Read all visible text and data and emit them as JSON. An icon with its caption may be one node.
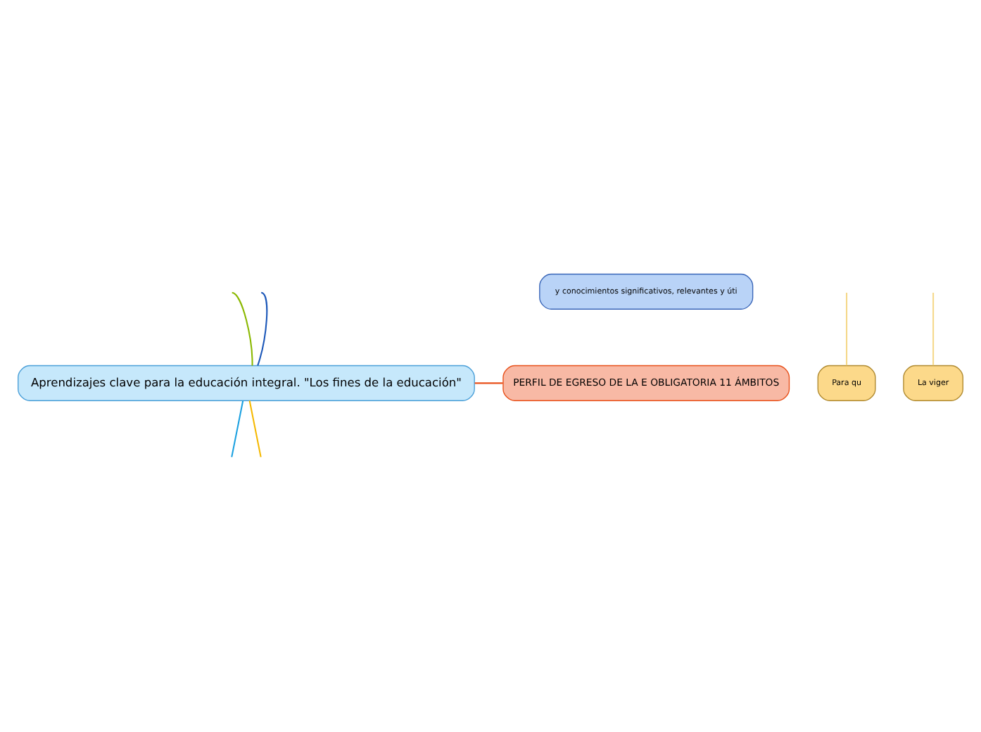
{
  "diagram": {
    "nodes": [
      {
        "text": [
          "Aprendizajes clave para la educación integral. \"Los fines de la educación\""
        ]
      },
      {
        "text": [
          "y conocimientos significativos, relevantes y úti"
        ]
      },
      {
        "text": [
          "PERFIL DE EGRESO DE LA E OBLIGATORIA 11 ÁMBITOS"
        ]
      },
      {
        "text": [
          "Para qu"
        ]
      },
      {
        "text": [
          "La viger"
        ]
      }
    ],
    "edges": [
      {
        "from": 0,
        "to": null,
        "arrow": "none",
        "color": "#8ab800"
      },
      {
        "from": 0,
        "to": null,
        "arrow": "none",
        "color": "#1a56b8"
      },
      {
        "from": 0,
        "to": 2,
        "arrow": "none",
        "color": "#e8501a"
      },
      {
        "from": 0,
        "to": null,
        "arrow": "none",
        "color": "#1aa0e0"
      },
      {
        "from": 0,
        "to": null,
        "arrow": "none",
        "color": "#f5b800"
      },
      {
        "from": null,
        "to": 3,
        "arrow": "none",
        "color": "#f5d88a"
      },
      {
        "from": null,
        "to": 4,
        "arrow": "none",
        "color": "#f5d88a"
      }
    ]
  }
}
